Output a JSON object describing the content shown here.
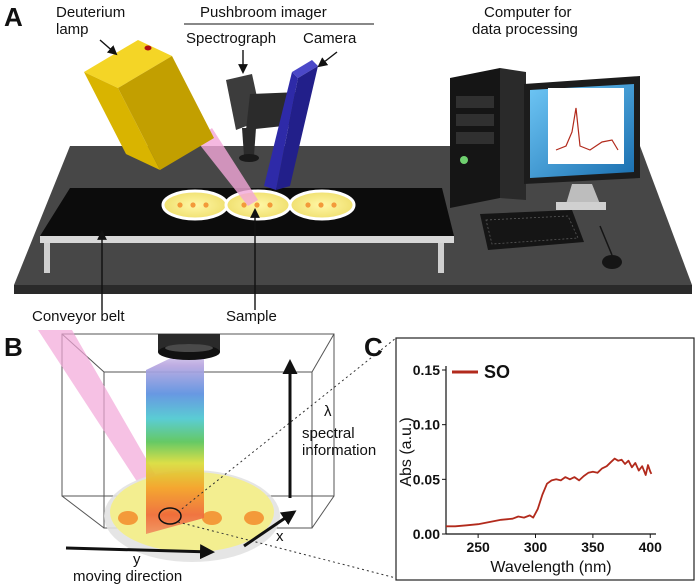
{
  "panel_a": {
    "panel_label": "A",
    "deuterium_lamp": [
      "Deuterium",
      "lamp"
    ],
    "pushbroom_imager": "Pushbroom imager",
    "spectrograph": "Spectrograph",
    "camera": "Camera",
    "computer": [
      "Computer for",
      "data processing"
    ],
    "conveyor_belt": "Conveyor belt",
    "sample": "Sample"
  },
  "panel_b": {
    "panel_label": "B",
    "lambda_symbol": "λ",
    "spectral_information": [
      "spectral",
      "information"
    ],
    "y_label": "y",
    "x_label": "x",
    "moving_direction": "moving direction"
  },
  "panel_c": {
    "panel_label": "C"
  },
  "colors": {
    "lamp": "#e8c000",
    "camera": "#2e2aa8",
    "belt": "#0c0c0c",
    "table": "#444444",
    "series": "#b22a1c"
  },
  "chart_data": {
    "type": "line",
    "xlabel": "Wavelength (nm)",
    "ylabel": "Abs (a.u.)",
    "xlim": [
      222,
      405
    ],
    "ylim": [
      0,
      0.15
    ],
    "xticks": [
      250,
      300,
      350,
      400
    ],
    "yticks": [
      0.0,
      0.05,
      0.1,
      0.15
    ],
    "ytick_labels": [
      "0.00",
      "0.05",
      "0.10",
      "0.15"
    ],
    "series": [
      {
        "name": "SO",
        "color": "#b22a1c",
        "x": [
          222,
          230,
          240,
          250,
          260,
          270,
          280,
          285,
          290,
          295,
          298,
          302,
          306,
          310,
          314,
          318,
          322,
          326,
          330,
          334,
          338,
          342,
          346,
          350,
          354,
          358,
          362,
          366,
          369,
          372,
          375,
          378,
          381,
          384,
          387,
          390,
          393,
          396,
          398,
          400,
          401
        ],
        "values": [
          0.007,
          0.007,
          0.008,
          0.009,
          0.011,
          0.013,
          0.014,
          0.016,
          0.015,
          0.017,
          0.015,
          0.023,
          0.036,
          0.046,
          0.049,
          0.05,
          0.049,
          0.052,
          0.05,
          0.052,
          0.049,
          0.053,
          0.056,
          0.057,
          0.056,
          0.06,
          0.062,
          0.066,
          0.069,
          0.067,
          0.068,
          0.064,
          0.067,
          0.061,
          0.065,
          0.058,
          0.062,
          0.054,
          0.063,
          0.057,
          0.055
        ]
      }
    ]
  }
}
